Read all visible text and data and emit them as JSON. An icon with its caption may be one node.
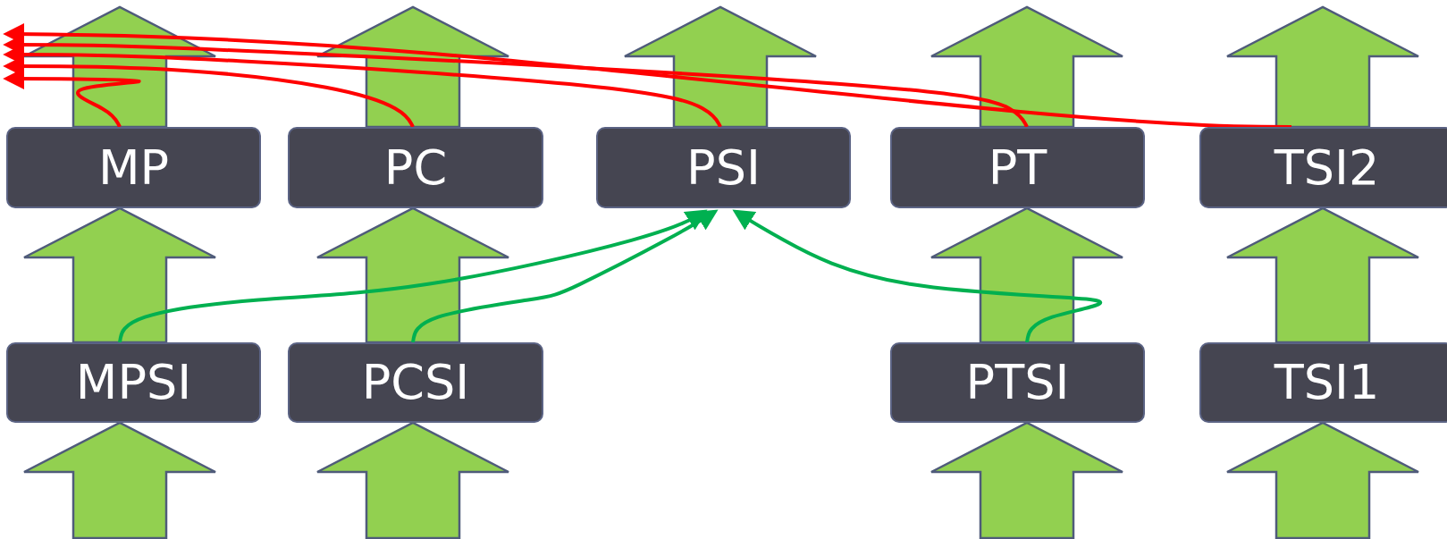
{
  "diagram": {
    "nodes": [
      {
        "text": [
          "MP"
        ]
      },
      {
        "text": [
          "PC"
        ]
      },
      {
        "text": [
          "PSI"
        ]
      },
      {
        "text": [
          "PT"
        ]
      },
      {
        "text": [
          "TSI2"
        ]
      },
      {
        "text": [
          "MPSI"
        ]
      },
      {
        "text": [
          "PCSI"
        ]
      },
      {
        "text": [
          "PTSI"
        ]
      },
      {
        "text": [
          "TSI1"
        ]
      }
    ],
    "edges": [
      {
        "from": null,
        "to": 5,
        "arrow": "to"
      },
      {
        "from": null,
        "to": 6,
        "arrow": "to"
      },
      {
        "from": null,
        "to": 7,
        "arrow": "to"
      },
      {
        "from": null,
        "to": 8,
        "arrow": "to"
      },
      {
        "from": 5,
        "to": 0,
        "arrow": "to"
      },
      {
        "from": 6,
        "to": 1,
        "arrow": "to"
      },
      {
        "from": 7,
        "to": 3,
        "arrow": "to"
      },
      {
        "from": 8,
        "to": 4,
        "arrow": "to"
      },
      {
        "from": 0,
        "to": null,
        "arrow": "to"
      },
      {
        "from": 1,
        "to": null,
        "arrow": "to"
      },
      {
        "from": 2,
        "to": null,
        "arrow": "to"
      },
      {
        "from": 3,
        "to": null,
        "arrow": "to"
      },
      {
        "from": 4,
        "to": null,
        "arrow": "to"
      },
      {
        "from": 0,
        "to": null,
        "arrow": "to",
        "color": "#ff0000"
      },
      {
        "from": 1,
        "to": null,
        "arrow": "to",
        "color": "#ff0000"
      },
      {
        "from": 2,
        "to": null,
        "arrow": "to",
        "color": "#ff0000"
      },
      {
        "from": 3,
        "to": null,
        "arrow": "to",
        "color": "#ff0000"
      },
      {
        "from": 4,
        "to": null,
        "arrow": "to",
        "color": "#ff0000"
      },
      {
        "from": 5,
        "to": 2,
        "arrow": "to",
        "color": "#00b050"
      },
      {
        "from": 6,
        "to": 2,
        "arrow": "to",
        "color": "#00b050"
      },
      {
        "from": 7,
        "to": 2,
        "arrow": "to",
        "color": "#00b050"
      }
    ]
  }
}
